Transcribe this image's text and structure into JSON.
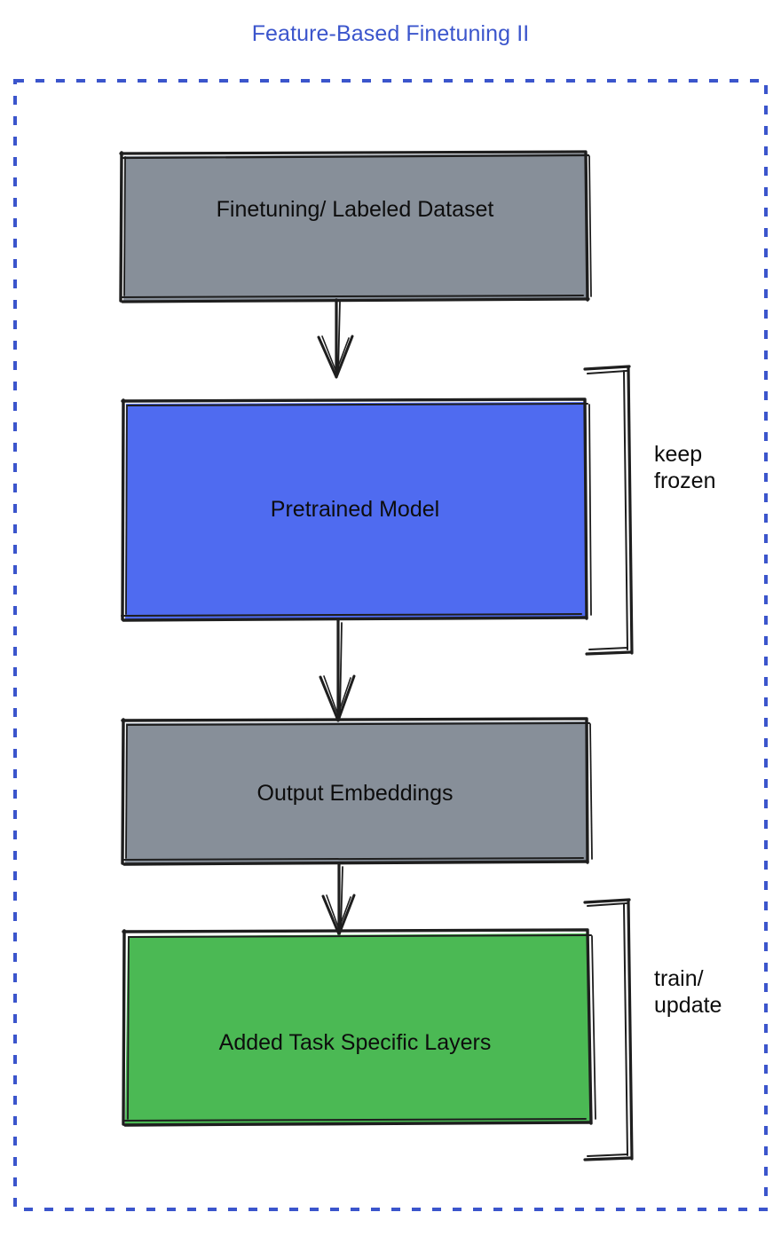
{
  "diagram": {
    "title": "Feature-Based Finetuning II",
    "title_color": "#3b55cc",
    "frame": {
      "style": "dashed",
      "color": "#3b55cc"
    },
    "nodes": [
      {
        "id": "finetuning-dataset",
        "label": "Finetuning/ Labeled Dataset",
        "fill": "#878f99",
        "stroke": "#1e1e1e"
      },
      {
        "id": "pretrained-model",
        "label": "Pretrained Model",
        "fill": "#4f6bf0",
        "stroke": "#1e1e1e"
      },
      {
        "id": "output-embeddings",
        "label": "Output Embeddings",
        "fill": "#878f99",
        "stroke": "#1e1e1e"
      },
      {
        "id": "task-specific-layers",
        "label": "Added Task Specific Layers",
        "fill": "#4bb954",
        "stroke": "#1e1e1e"
      }
    ],
    "annotations": [
      {
        "id": "keep-frozen",
        "label": "keep\nfrozen",
        "targets": "pretrained-model"
      },
      {
        "id": "train-update",
        "label": "train/\nupdate",
        "targets": "task-specific-layers"
      }
    ],
    "edges": [
      {
        "from": "finetuning-dataset",
        "to": "pretrained-model",
        "kind": "arrow"
      },
      {
        "from": "pretrained-model",
        "to": "output-embeddings",
        "kind": "arrow"
      },
      {
        "from": "output-embeddings",
        "to": "task-specific-layers",
        "kind": "arrow"
      }
    ]
  }
}
